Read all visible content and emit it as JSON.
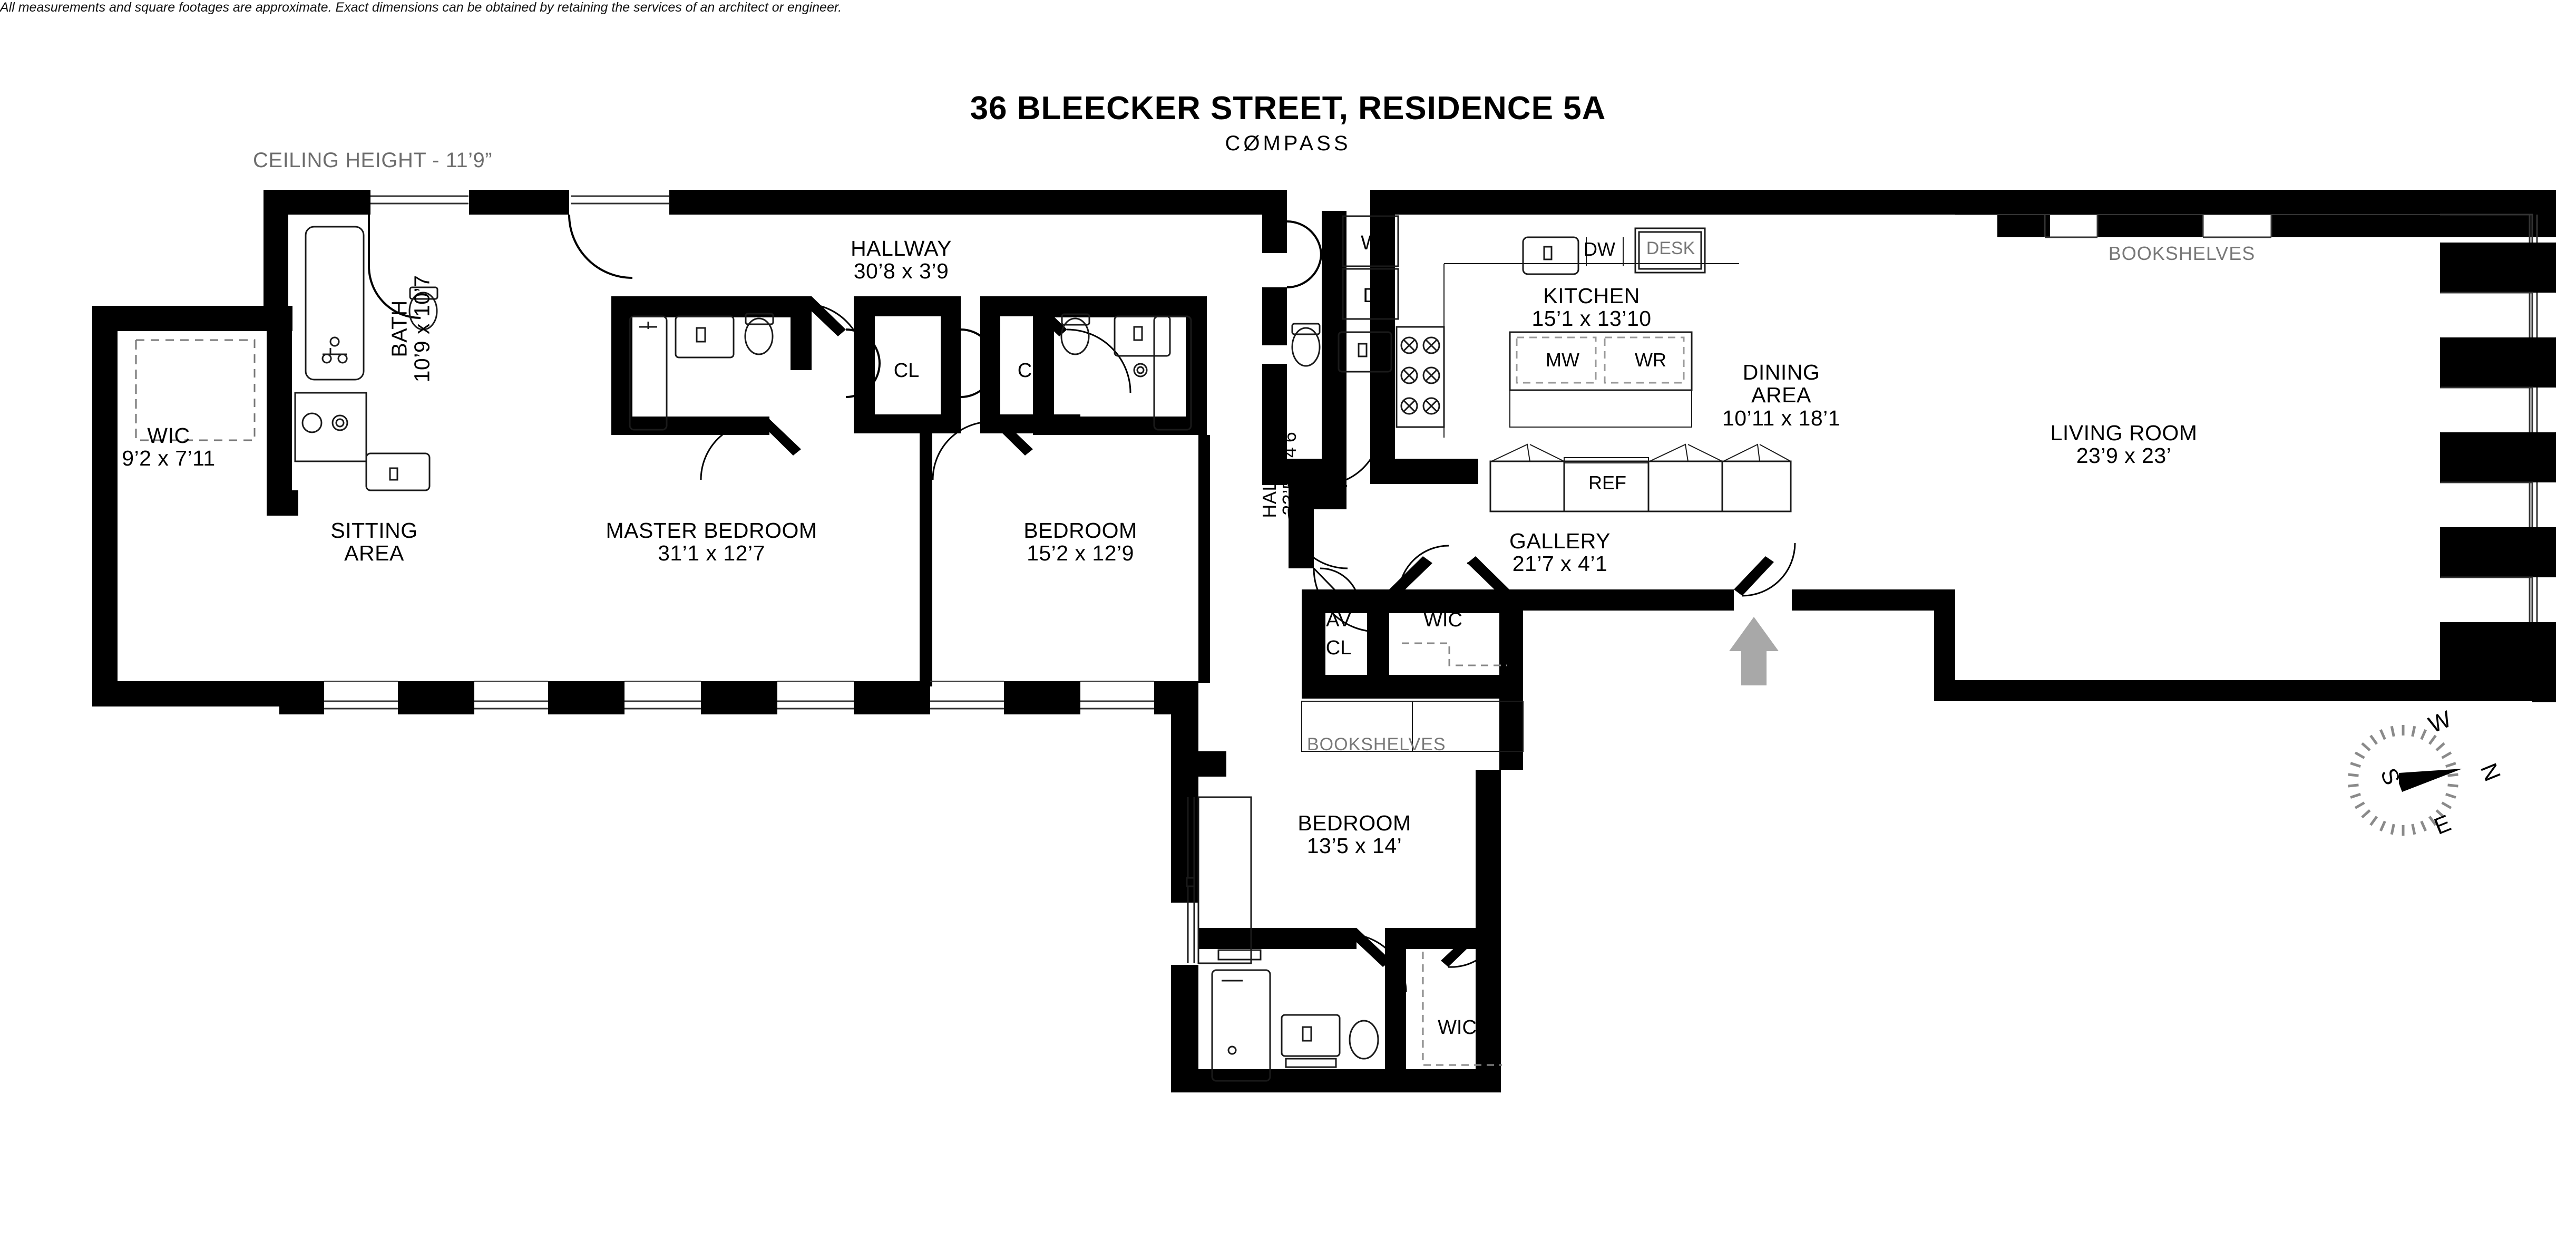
{
  "header": {
    "title": "36 BLEECKER STREET, RESIDENCE 5A",
    "brand": "CØMPASS",
    "ceiling_note": "CEILING HEIGHT - 11’9”"
  },
  "footer": {
    "disclaimer": "All measurements and square footages are approximate. Exact dimensions can be obtained by retaining the services of an architect or engineer."
  },
  "rooms": [
    {
      "name": "WIC",
      "dims": "9’2 x 7’11"
    },
    {
      "name": "BATH",
      "dims": "10’9 x 10’7"
    },
    {
      "name": "SITTING",
      "dims": "AREA"
    },
    {
      "name": "MASTER BEDROOM",
      "dims": "31’1 x 12’7"
    },
    {
      "name": "HALLWAY",
      "dims": "30’8 x 3’9"
    },
    {
      "name": "BEDROOM",
      "dims": "15’2 x 12’9"
    },
    {
      "name": "HALLWAY",
      "dims": "23’5 x 4’6"
    },
    {
      "name": "KITCHEN",
      "dims": "15’1 x 13’10"
    },
    {
      "name": "GALLERY",
      "dims": "21’7 x 4’1"
    },
    {
      "name": "DINING",
      "dims": "AREA",
      "dims2": "10’11 x 18’1"
    },
    {
      "name": "LIVING ROOM",
      "dims": "23’9 x 23’"
    },
    {
      "name": "BEDROOM",
      "dims": "13’5 x 14’"
    }
  ],
  "closets": {
    "cl_master": "CL",
    "cl_bedroom": "CL",
    "cl_hall": "CL",
    "av_cl_line1": "AV",
    "av_cl_line2": "CL",
    "wic_gallery": "WIC",
    "wic_bedroom3": "WIC"
  },
  "appliances": {
    "washer": "W",
    "dryer": "D",
    "dishwasher": "DW",
    "desk": "DESK",
    "microwave": "MW",
    "wine_refrigerator": "WR",
    "refrigerator": "REF"
  },
  "annotations": {
    "bookshelves_living": "BOOKSHELVES",
    "bookshelves_gallery": "BOOKSHELVES"
  },
  "compass": {
    "n": "N",
    "e": "E",
    "s": "S",
    "w": "W"
  },
  "colors": {
    "wall": "#000000",
    "gray_text": "#787878",
    "arrow": "#a8a8a8",
    "thin_line": "#1a1a1a"
  }
}
